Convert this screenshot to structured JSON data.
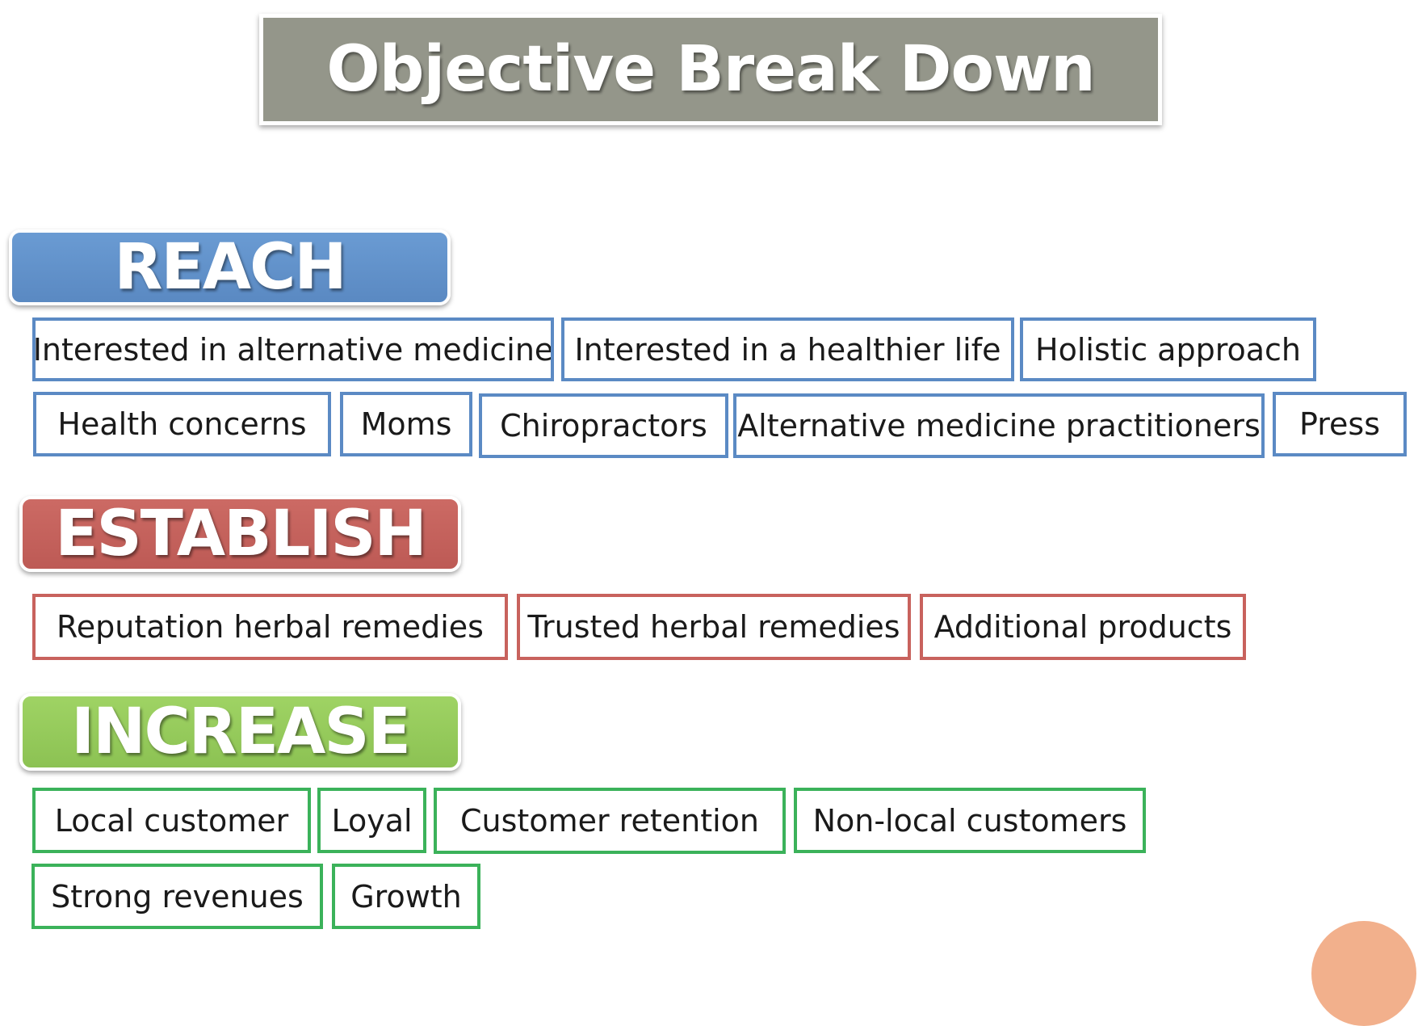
{
  "title": "Objective Break Down",
  "colors": {
    "title_bg": "#94968a",
    "reach": "#5b8ac4",
    "establish": "#c8625d",
    "increase": "#3bb25a",
    "increase_header": "#94cb5a"
  },
  "sections": {
    "reach": {
      "label": "REACH",
      "items": [
        "Interested in alternative medicine",
        "Interested in a healthier life",
        "Holistic approach",
        "Health concerns",
        "Moms",
        "Chiropractors",
        "Alternative medicine practitioners",
        "Press"
      ]
    },
    "establish": {
      "label": "ESTABLISH",
      "items": [
        "Reputation herbal remedies",
        "Trusted herbal remedies",
        "Additional products"
      ]
    },
    "increase": {
      "label": "INCREASE",
      "items": [
        "Local customer",
        "Loyal",
        "Customer retention",
        "Non-local customers",
        "Strong revenues",
        "Growth"
      ]
    }
  }
}
